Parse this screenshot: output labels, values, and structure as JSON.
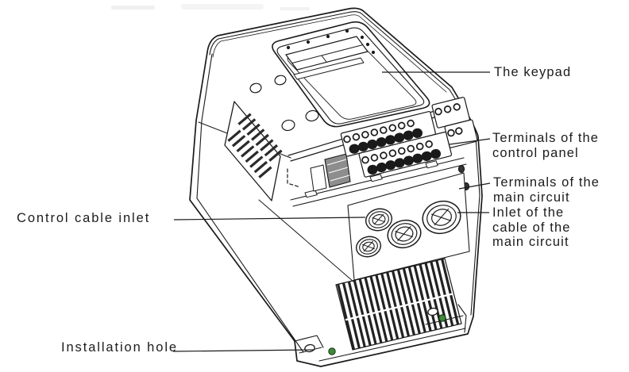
{
  "figure": {
    "colors": {
      "line": "#1a1a1a",
      "screw_green": "#3f8a37"
    },
    "callouts": {
      "keypad": {
        "lines": [
          "The keypad"
        ]
      },
      "control_terminals": {
        "lines": [
          "Terminals of the",
          "control panel"
        ]
      },
      "main_terminals": {
        "lines": [
          "Terminals of the",
          "main circuit"
        ]
      },
      "main_cable_inlet": {
        "lines": [
          "Inlet of the",
          "cable of the",
          "main circuit"
        ]
      },
      "control_cable_inlet": {
        "lines": [
          "Control cable inlet"
        ]
      },
      "installation_hole": {
        "lines": [
          "Installation hole"
        ]
      }
    }
  }
}
